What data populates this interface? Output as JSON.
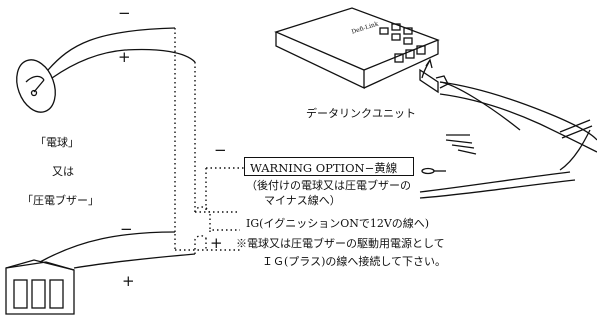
{
  "labels": {
    "unit_name": "データリンクユニット",
    "bulb_line1": "「電球」",
    "bulb_line2": "又は",
    "bulb_line3": "「圧電ブザー」",
    "warning_option": "WARNING OPTION−黄線",
    "warning_note_1": "（後付けの電球又は圧電ブザーの",
    "warning_note_2": "マイナス線へ）",
    "ig_label": "IG(イグニッションONで12Vの線へ)",
    "note_1": "※電球又は圧電ブザーの駆動用電源として",
    "note_2": "ＩＧ(プラス)の線へ接続して下さい。",
    "unit_logo": "Defi-Link"
  },
  "signs": {
    "bulb_minus": "−",
    "bulb_plus": "+",
    "warning_minus": "−",
    "buzzer_minus": "−",
    "buzzer_plus": "+",
    "ig_plus": "+"
  }
}
